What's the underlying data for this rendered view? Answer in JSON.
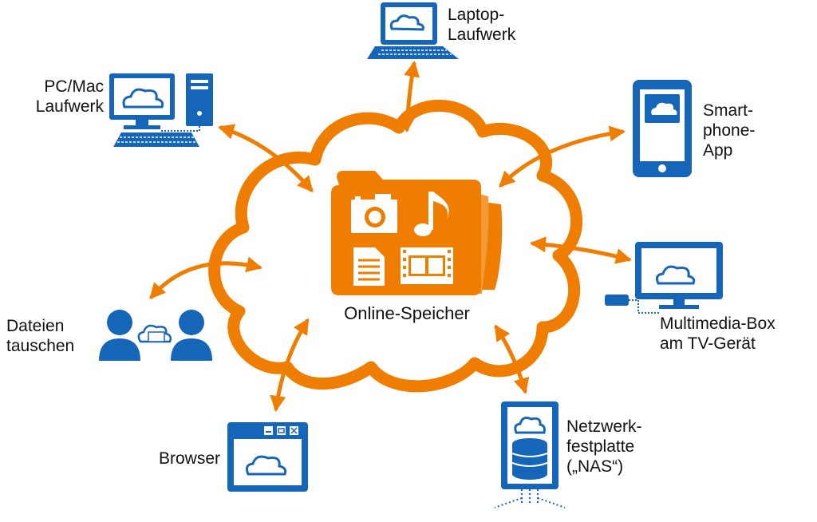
{
  "colors": {
    "accent": "#ef7d00",
    "device": "#1565b8",
    "text": "#111111"
  },
  "center": {
    "label": "Online-Speicher"
  },
  "nodes": [
    {
      "key": "laptop",
      "icon": "laptop-cloud-icon",
      "lines": [
        "Laptop-",
        "Laufwerk"
      ]
    },
    {
      "key": "pc",
      "icon": "pc-cloud-icon",
      "lines": [
        "PC/Mac",
        "Laufwerk"
      ]
    },
    {
      "key": "smartphone",
      "icon": "smartphone-cloud-icon",
      "lines": [
        "Smart-",
        "phone-",
        "App"
      ]
    },
    {
      "key": "multimedia",
      "icon": "tv-box-cloud-icon",
      "lines": [
        "Multimedia-Box",
        "am TV-Gerät"
      ]
    },
    {
      "key": "nas",
      "icon": "nas-cloud-icon",
      "lines": [
        "Netzwerk-",
        "festplatte",
        "(„NAS“)"
      ]
    },
    {
      "key": "browser",
      "icon": "browser-cloud-icon",
      "lines": [
        "Browser"
      ]
    },
    {
      "key": "share",
      "icon": "people-sharing-icon",
      "lines": [
        "Dateien",
        "tauschen"
      ]
    }
  ],
  "folder_icons": [
    "camera-icon",
    "music-note-icon",
    "document-icon",
    "film-strip-icon"
  ]
}
